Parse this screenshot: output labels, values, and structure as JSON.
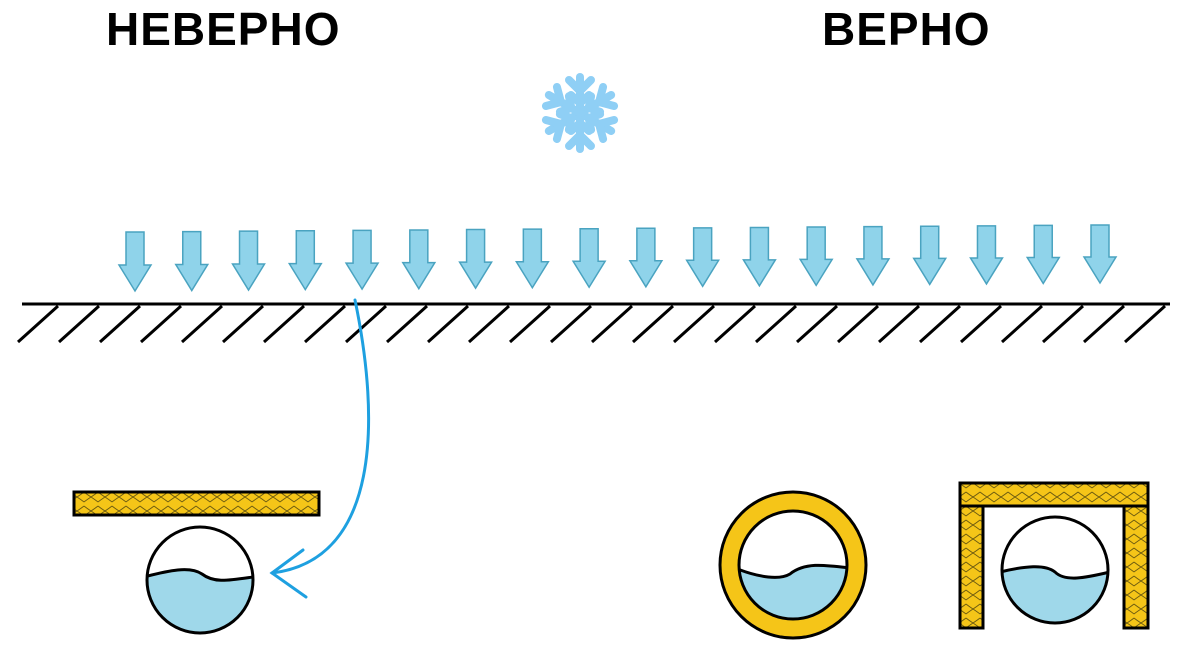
{
  "labels": {
    "wrong": "НЕВЕРНО",
    "right": "ВЕРНО"
  },
  "colors": {
    "insulation": "#f5c518",
    "water": "#9fd8ea",
    "arrow": "#8fd3ea",
    "curve_arrow": "#1ea0e0",
    "snowflake": "#8fcff5"
  },
  "icons": [
    "snowflake-icon",
    "frost-arrow-icon"
  ],
  "frost_arrow_count": 18
}
